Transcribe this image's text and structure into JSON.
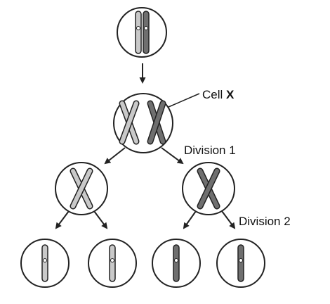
{
  "labels": {
    "cell_name": "Cell ",
    "cell_letter": "X",
    "division_1": "Division 1",
    "division_2": "Division 2"
  },
  "colors": {
    "outline": "#222222",
    "light_chromosome": "#c9c9c9",
    "dark_chromosome": "#6f6f6f"
  },
  "stages": [
    {
      "stage": "parent",
      "cells": 1,
      "chromosome_form": "two separate chromosomes (one light, one dark)"
    },
    {
      "stage": "cell X",
      "cells": 1,
      "chromosome_form": "two duplicated chromosomes (light and dark)"
    },
    {
      "stage": "after division 1",
      "cells": 2,
      "chromosome_form": "one duplicated chromosome each (light / dark)"
    },
    {
      "stage": "after division 2",
      "cells": 4,
      "chromosome_form": "one single chromosome each (2 light, 2 dark)"
    }
  ]
}
